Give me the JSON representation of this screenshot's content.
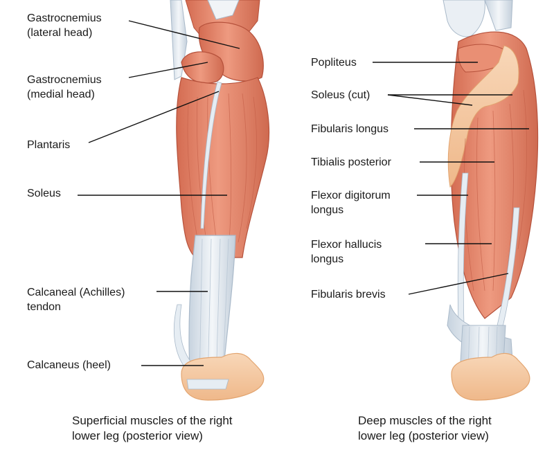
{
  "figure": {
    "left_panel": {
      "caption": [
        "Superficial muscles of the right",
        "lower leg (posterior view)"
      ],
      "labels": [
        {
          "lines": [
            "Gastrocnemius",
            "(lateral head)"
          ]
        },
        {
          "lines": [
            "Gastrocnemius",
            "(medial head)"
          ]
        },
        {
          "lines": [
            "Plantaris"
          ]
        },
        {
          "lines": [
            "Soleus"
          ]
        },
        {
          "lines": [
            "Calcaneal (Achilles)",
            "tendon"
          ]
        },
        {
          "lines": [
            "Calcaneus (heel)"
          ]
        }
      ]
    },
    "right_panel": {
      "caption": [
        "Deep muscles of the right",
        "lower leg (posterior view)"
      ],
      "labels": [
        {
          "lines": [
            "Popliteus"
          ]
        },
        {
          "lines": [
            "Soleus (cut)"
          ]
        },
        {
          "lines": [
            "Fibularis longus"
          ]
        },
        {
          "lines": [
            "Tibialis posterior"
          ]
        },
        {
          "lines": [
            "Flexor digitorum",
            "longus"
          ]
        },
        {
          "lines": [
            "Flexor hallucis",
            "longus"
          ]
        },
        {
          "lines": [
            "Fibularis brevis"
          ]
        }
      ]
    }
  },
  "colors": {
    "muscle": "#e58a6f",
    "muscle_dark": "#c9604a",
    "muscle_light": "#f2ad95",
    "tendon": "#dfe7ef",
    "tendon_stroke": "#a9b9c9",
    "bone": "#f4c9a4",
    "bone_stroke": "#e2a46f",
    "leader": "#111111"
  }
}
